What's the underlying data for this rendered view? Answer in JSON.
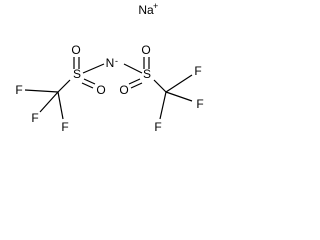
{
  "molecule": {
    "counter_ion": {
      "symbol": "Na",
      "charge": "+"
    },
    "nitrogen": {
      "symbol": "N",
      "charge": "-"
    },
    "sulfur": "S",
    "oxygen": "O",
    "fluorine": "F"
  }
}
